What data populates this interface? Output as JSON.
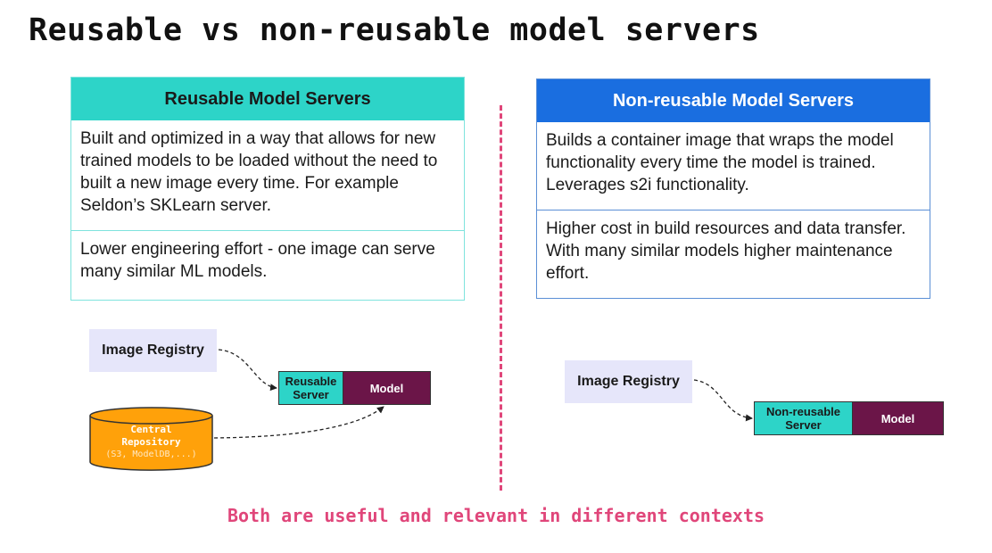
{
  "title": "Reusable vs non-reusable model servers",
  "left_panel": {
    "header": "Reusable Model Servers",
    "cells": [
      "Built and optimized in a way that allows for new trained models to be loaded without the need to built a new image every time. For example Seldon’s SKLearn server.",
      "Lower engineering effort - one image can serve many similar ML models."
    ]
  },
  "right_panel": {
    "header": "Non-reusable Model Servers",
    "cells": [
      "Builds a container image that wraps the model functionality every time the model is trained. Leverages s2i functionality.",
      "Higher cost in build resources and data transfer. With many similar models higher maintenance effort."
    ]
  },
  "left_diagram": {
    "registry": "Image Registry",
    "server_label": "Reusable Server",
    "model_label": "Model",
    "repository": {
      "line1": "Central",
      "line2": "Repository",
      "line3": "(S3, ModelDB,...)"
    }
  },
  "right_diagram": {
    "registry": "Image Registry",
    "server_label": "Non-reusable Server",
    "model_label": "Model"
  },
  "footer": "Both are useful and relevant in different contexts",
  "colors": {
    "teal": "#2dd4c8",
    "blue": "#1a6ee0",
    "model": "#6b1548",
    "registry": "#e6e6fa",
    "repository": "#ffa10a",
    "accent_pink": "#e0467a"
  }
}
